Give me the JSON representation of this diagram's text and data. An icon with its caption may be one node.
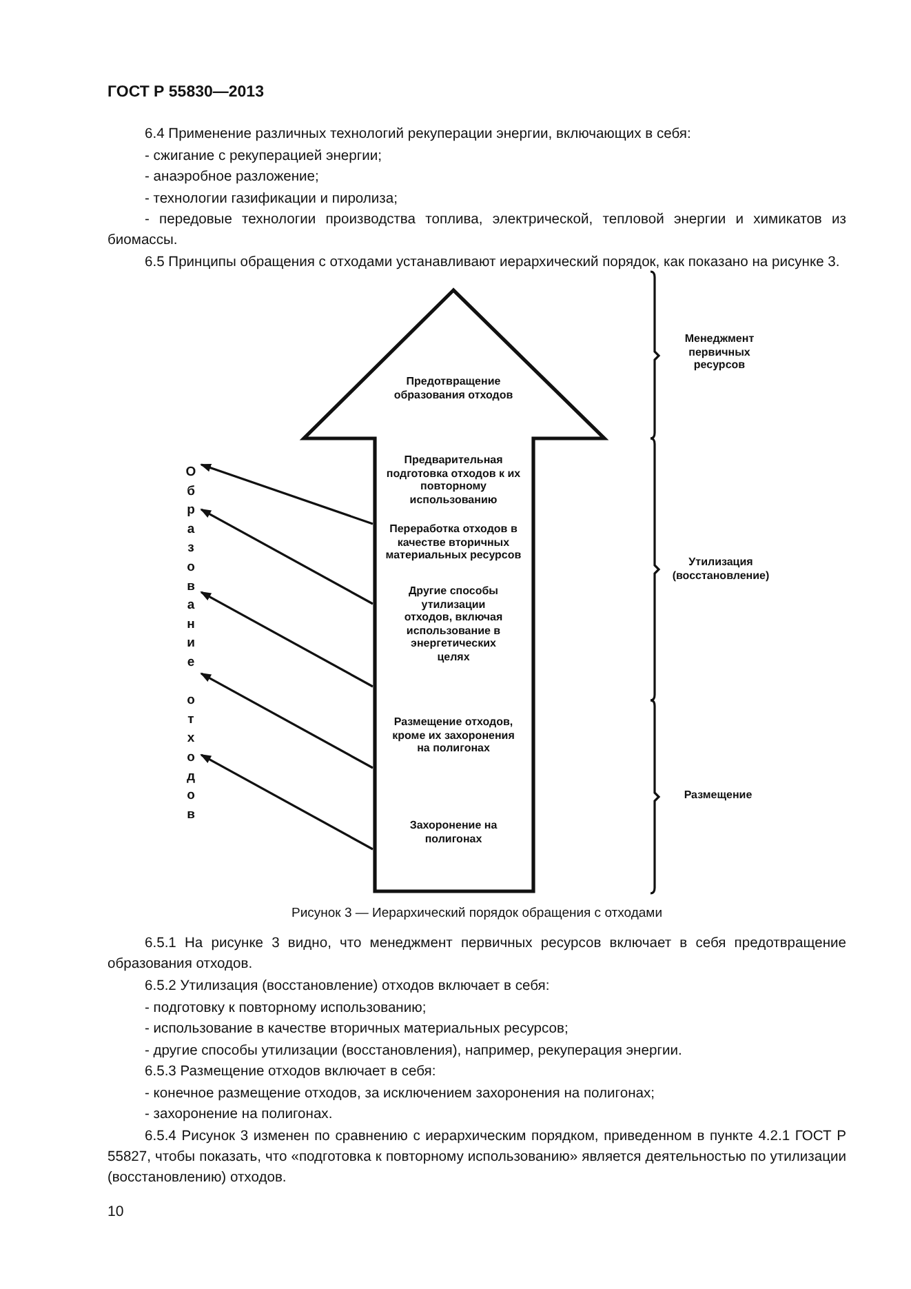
{
  "diagram": {
    "title": "ГОСТ Р 55830—2013",
    "caption": "Рисунок 3 — Иерархический порядок обращения с отходами",
    "nodes": [
      {
        "text": [],
        "shape": "arrow"
      },
      {
        "text": [
          "Предотвращение образования отходов"
        ],
        "in": 0
      },
      {
        "text": [
          "Предварительная подготовка отходов к их повторному использованию"
        ],
        "in": 0
      },
      {
        "text": [
          "Переработка отходов в качестве вторичных материальных ресурсов"
        ],
        "in": 0
      },
      {
        "text": [
          "Другие способы утилизации отходов, включая использование в энергетических целях"
        ],
        "in": 0
      },
      {
        "text": [
          "Размещение отходов, кроме их захоронения на полигонах"
        ],
        "in": 0
      },
      {
        "text": [
          "Захоронение на полигонах"
        ],
        "in": 0
      },
      {
        "text": [
          "Образование отходов"
        ]
      }
    ],
    "edges": [
      {
        "from": 0,
        "to": 7,
        "arrow": "to"
      },
      {
        "from": 0,
        "to": 7,
        "arrow": "to"
      },
      {
        "from": 0,
        "to": 7,
        "arrow": "to"
      },
      {
        "from": 0,
        "to": 7,
        "arrow": "to"
      },
      {
        "from": 0,
        "to": 7,
        "arrow": "to"
      }
    ],
    "labels": [
      "6.4 Применение  различных технологий рекуперации энергии, включающих в себя:",
      "- сжигание с рекуперацией энергии;",
      "- анаэробное разложение;",
      "- технологии газификации и пиролиза;",
      "- передовые технологии производства топлива, электрической, тепловой энергии и химикатов из биомассы.",
      "6.5 Принципы обращения с отходами устанавливают иерархический порядок, как показано на рисунке 3.",
      "Менеджмент первичных ресурсов",
      "Утилизация (восстановление)",
      "Размещение",
      "6.5.1 На рисунке 3 видно, что менеджмент первичных ресурсов включает в себя  предотвращение образования отходов.",
      "6.5.2 Утилизация (восстановление) отходов включает в себя:",
      "- подготовку к повторному использованию;",
      "- использование в качестве вторичных материальных ресурсов;",
      "- другие способы утилизации (восстановления), например, рекуперация энергии.",
      "6.5.3 Размещение отходов включает в себя:",
      "- конечное размещение отходов, за исключением захоронения на полигонах;",
      "- захоронение на полигонах.",
      "6.5.4 Рисунок 3 изменен по сравнению с иерархическим порядком, приведенном в пункте 4.2.1 ГОСТ Р 55827, чтобы показать, что «подготовка к повторному использованию» является деятельностью по утилизации (восстановлению) отходов.",
      "10"
    ]
  }
}
